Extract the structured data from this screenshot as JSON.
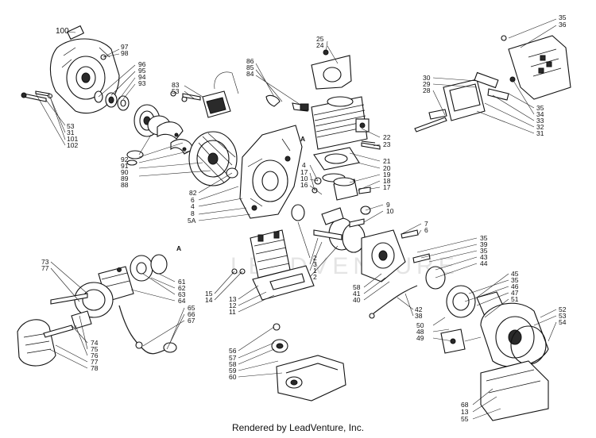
{
  "diagram": {
    "footer": "Rendered by LeadVenture, Inc.",
    "watermark": "LEADVENTURE",
    "callouts": {
      "c100": "100",
      "c97": "97",
      "c98": "98",
      "c96": "96",
      "c95": "95",
      "c94": "94",
      "c93": "93",
      "c53a": "53",
      "c31a": "31",
      "c101": "101",
      "c102": "102",
      "c92": "92",
      "c91": "91",
      "c90": "90",
      "c89": "89",
      "c88": "88",
      "c83": "83",
      "c53b": "53",
      "c86": "86",
      "c85": "85",
      "c84": "84",
      "c25": "25",
      "c24": "24",
      "c35a": "35",
      "c36": "36",
      "c30": "30",
      "c29": "29",
      "c28": "28",
      "c35b": "35",
      "c34": "34",
      "c33": "33",
      "c32": "32",
      "c31b": "31",
      "c22": "22",
      "c23": "23",
      "c21": "21",
      "c20": "20",
      "c19": "19",
      "c18": "18",
      "c17a": "17",
      "cA1": "A",
      "c4a": "4",
      "c17b": "17",
      "c10a": "10",
      "c16": "16",
      "c82": "82",
      "c6a": "6",
      "c4b": "4",
      "c8": "8",
      "c5A": "5A",
      "c9": "9",
      "c10b": "10",
      "c7": "7",
      "c6b": "6",
      "c35c": "35",
      "c39": "39",
      "c35d": "35",
      "c43": "43",
      "c44": "44",
      "c2a": "2",
      "c3": "3",
      "c1": "1",
      "c2b": "2",
      "c73": "73",
      "c77a": "77",
      "cA2": "A",
      "c61": "61",
      "c62": "62",
      "c63": "63",
      "c64": "64",
      "c15": "15",
      "c14": "14",
      "c13a": "13",
      "c12": "12",
      "c11": "11",
      "c58a": "58",
      "c41": "41",
      "c40": "40",
      "c45": "45",
      "c35e": "35",
      "c46": "46",
      "c47": "47",
      "c51": "51",
      "c42": "42",
      "c38": "38",
      "c50": "50",
      "c48": "48",
      "c49": "49",
      "c52": "52",
      "c53c": "53",
      "c54": "54",
      "c74": "74",
      "c75": "75",
      "c76": "76",
      "c77b": "77",
      "c78": "78",
      "c65": "65",
      "c66": "66",
      "c67": "67",
      "c56": "56",
      "c57": "57",
      "c58b": "58",
      "c59": "59",
      "c60": "60",
      "c68": "68",
      "c13b": "13",
      "c55": "55"
    }
  }
}
